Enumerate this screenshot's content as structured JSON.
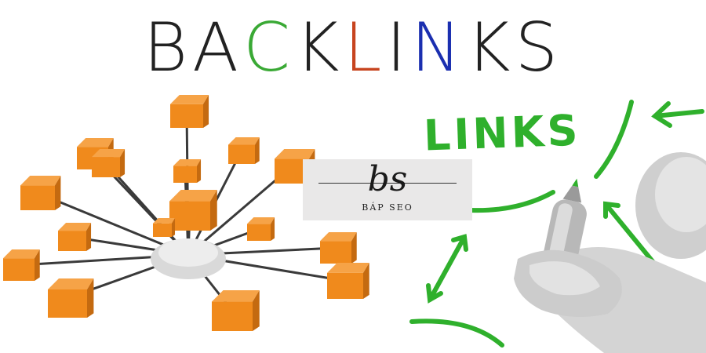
{
  "title": {
    "letters": [
      "B",
      "A",
      "C",
      "K",
      "L",
      "I",
      "N",
      "K",
      "S"
    ],
    "letter_colors": [
      "#222222",
      "#222222",
      "#3aa935",
      "#222222",
      "#c7441f",
      "#222222",
      "#1b2fb0",
      "#222222",
      "#222222"
    ]
  },
  "illustration_right": {
    "word": "LINKS",
    "color": "#2fb02c"
  },
  "logo": {
    "monogram": "bs",
    "name": "BÁP SEO"
  },
  "colors": {
    "cube": "#f08a1c",
    "cube_dark": "#c46a10",
    "hub": "#d9d9d9",
    "spoke": "#3a3a3a",
    "green": "#2fb02c"
  }
}
